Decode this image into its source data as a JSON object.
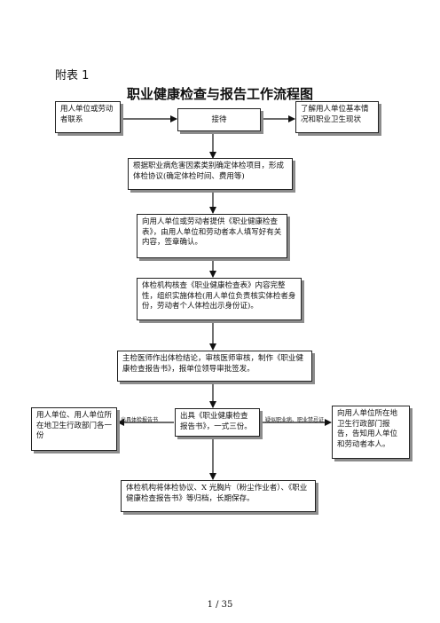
{
  "header": {
    "appendix": "附表 1",
    "title": "职业健康检查与报告工作流程图"
  },
  "boxes": {
    "left_top": "用人单位或劳动者联系",
    "reception": "接待",
    "right_top": "了解用人单位基本情况和职业卫生现状",
    "step_agreement": "根据职业病危害因素类别确定体检项目，形成体检协议(确定体检时间、费用等)",
    "step_form": "向用人单位或劳动者提供《职业健康检查表》，由用人单位和劳动者本人填写好有关内容，签章确认。",
    "step_exam": "体检机构核查《职业健康检查表》内容完整性，组织实施体检(用人单位负责核实体检者身份，劳动者个人体检出示身份证)。",
    "step_report": "主检医师作出体检结论，审核医师审核，制作《职业健康检查报告书》，报单位领导审批签发。",
    "step_issue": "出具《职业健康检查报告书》，一式三份。",
    "left_notify": "用人单位、用人单位所在地卫生行政部门各一份",
    "right_notify": "向用人单位所在地卫生行政部门报告，告知用人单位和劳动者本人。",
    "step_archive": "体检机构将体检协议、X 光胸片（粉尘作业者）、《职业健康检查报告书》等归档，长期保存。"
  },
  "edge_labels": {
    "left": "出具体检报告书",
    "right": "疑似职业病、职业禁忌证"
  },
  "footer": {
    "page": "1  /  35"
  }
}
